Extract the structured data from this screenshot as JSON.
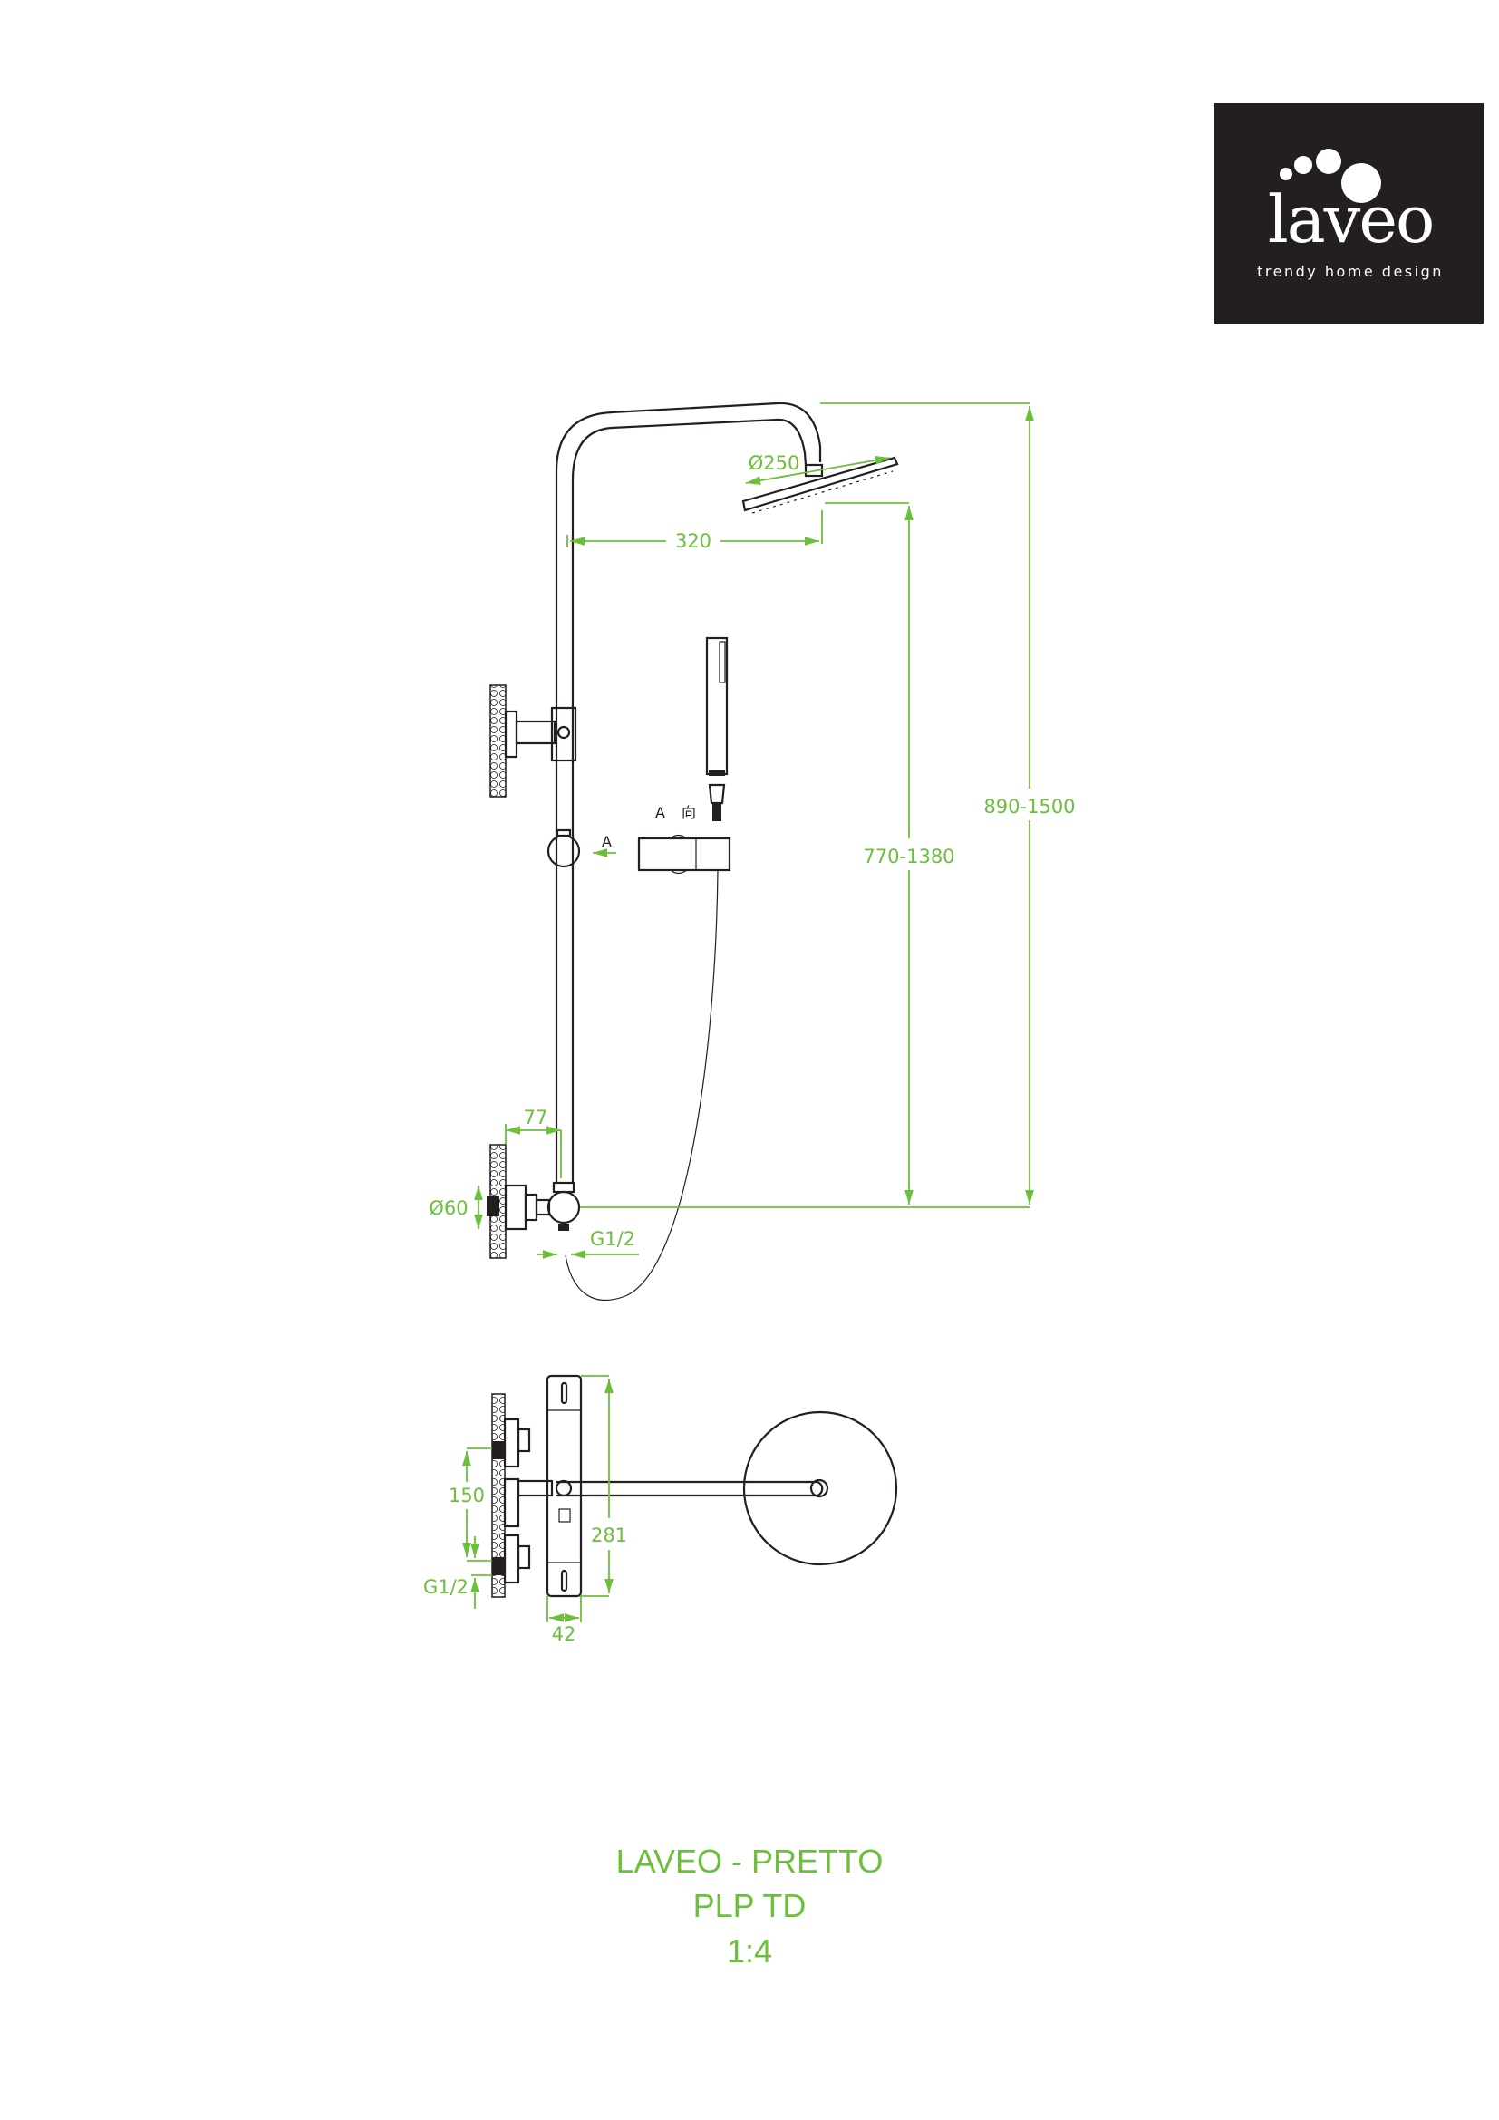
{
  "logo": {
    "brand": "laveo",
    "tagline": "trendy home design",
    "background": "#231f20"
  },
  "dimensions": {
    "shower_head_diameter": "Ø250",
    "arm_reach": "320",
    "total_height": "890-1500",
    "head_height": "770-1380",
    "wall_offset": "77",
    "escutcheon_diameter": "Ø60",
    "connection_side": "G1/2",
    "inlet_spacing": "150",
    "body_height": "281",
    "connection_top": "G1/2",
    "body_depth": "42"
  },
  "view_labels": {
    "section_a": "A",
    "direction_a": "A",
    "direction_char": "向"
  },
  "title": {
    "line1": "LAVEO - PRETTO",
    "line2": "PLP TD",
    "line3": "1:4"
  },
  "colors": {
    "accent": "#6cbf3a",
    "line": "#231f20"
  }
}
